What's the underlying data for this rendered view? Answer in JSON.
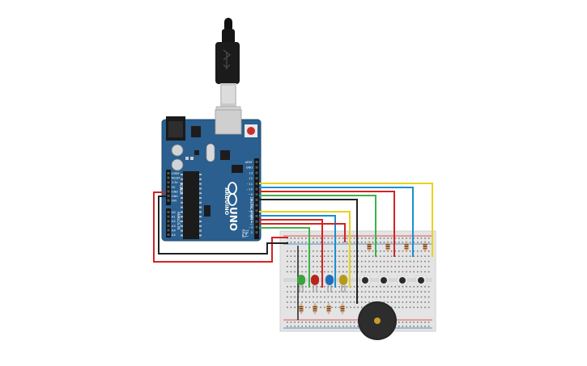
{
  "board": {
    "brand": "ARDUINO",
    "model": "UNO",
    "digital_label": "DIGITAL (PWM ~)",
    "analog_label": "ANALOG IN",
    "power_label": "POWER",
    "tx_label": "TX▸1",
    "rx_label": "RX◂0",
    "digital_pins": [
      "AREF",
      "GND",
      "13",
      "12",
      "~11",
      "~10",
      "~9",
      "8",
      "7",
      "~6",
      "~5",
      "4",
      "~3",
      "2"
    ],
    "power_pins": [
      "IOREF",
      "RESET",
      "3.3V",
      "5V",
      "GND",
      "GND",
      "VIN"
    ],
    "analog_pins": [
      "A0",
      "A1",
      "A2",
      "A3",
      "A4",
      "A5"
    ]
  },
  "colors": {
    "board": "#2a5f8f",
    "board_edge": "#1e4a70",
    "wire_yellow": "#e8d21d",
    "wire_blue": "#1b8fd0",
    "wire_green": "#3bb34a",
    "wire_red": "#d32323",
    "wire_black": "#222222",
    "breadboard": "#e4e4e4",
    "led_green": "#3aa33a",
    "led_red": "#b8231c",
    "led_blue": "#1f6fb8",
    "led_yellow": "#b69b18",
    "buzzer": "#262626",
    "button": "#2b2b2b"
  },
  "icons": {
    "usb": "usb-cable-icon",
    "reset": "reset-button-icon",
    "logo": "arduino-infinity-logo"
  }
}
